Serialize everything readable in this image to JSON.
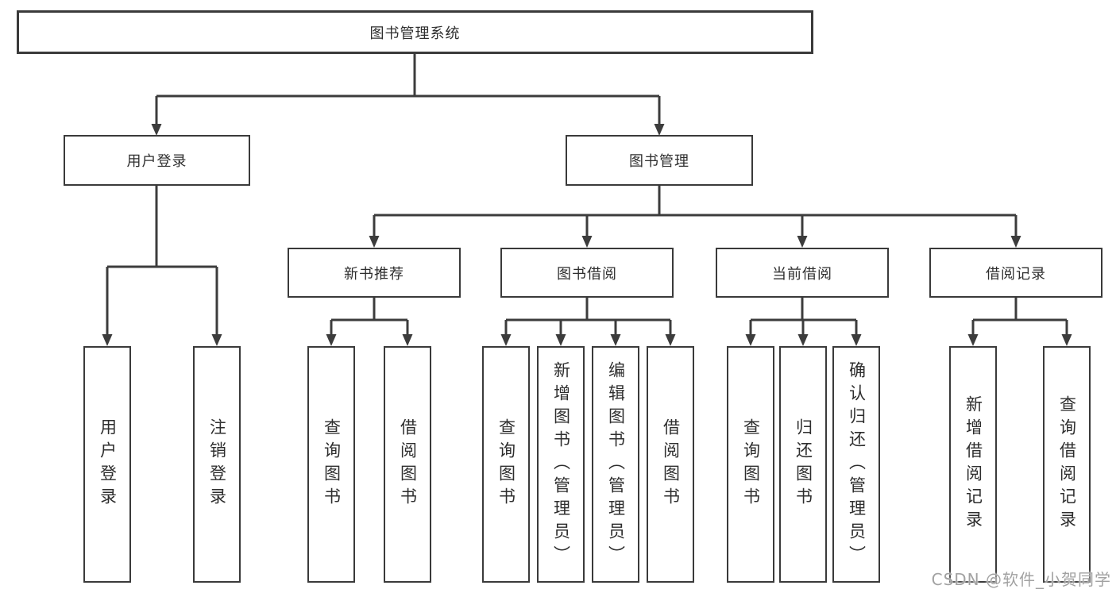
{
  "diagram_title": "图书管理系统",
  "tree": {
    "label": "图书管理系统",
    "children": [
      {
        "label": "用户登录",
        "children": [
          {
            "label": "用户登录"
          },
          {
            "label": "注销登录"
          }
        ]
      },
      {
        "label": "图书管理",
        "children": [
          {
            "label": "新书推荐",
            "children": [
              {
                "label": "查询图书"
              },
              {
                "label": "借阅图书"
              }
            ]
          },
          {
            "label": "图书借阅",
            "children": [
              {
                "label": "查询图书"
              },
              {
                "label": "新增图书（管理员）"
              },
              {
                "label": "编辑图书（管理员）"
              },
              {
                "label": "借阅图书"
              }
            ]
          },
          {
            "label": "当前借阅",
            "children": [
              {
                "label": "查询图书"
              },
              {
                "label": "归还图书"
              },
              {
                "label": "确认归还（管理员）"
              }
            ]
          },
          {
            "label": "借阅记录",
            "children": [
              {
                "label": "新增借阅记录"
              },
              {
                "label": "查询借阅记录"
              }
            ]
          }
        ]
      }
    ]
  },
  "watermark": "CSDN @软件_小贺同学",
  "colors": {
    "line": "#3c3c3c",
    "border": "#3a3a3a",
    "text": "#2e2e2e",
    "watermark_text": "#a2a2a2",
    "background": "#ffffff"
  }
}
